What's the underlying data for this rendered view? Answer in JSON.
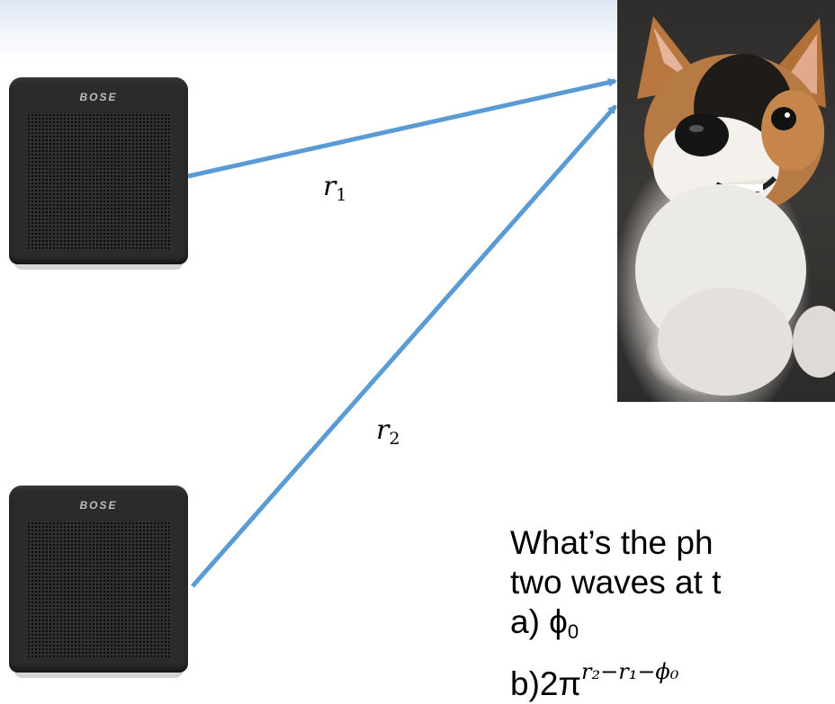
{
  "speakers": [
    {
      "brand": "BOSE"
    },
    {
      "brand": "BOSE"
    }
  ],
  "paths": [
    {
      "label": "r",
      "subscript": "1"
    },
    {
      "label": "r",
      "subscript": "2"
    }
  ],
  "listener": {
    "image": "corgi-puppy-photo"
  },
  "colors": {
    "arrow": "#5b9bd5",
    "speaker": "#2b2b2d"
  },
  "question": {
    "line1": "What’s the ph",
    "line2": "two waves at t",
    "option_a_prefix": "a) ϕ",
    "option_a_sub": "0",
    "option_b_prefix": "b)2π",
    "option_b_expr": "r₂−r₁−ϕ₀"
  }
}
